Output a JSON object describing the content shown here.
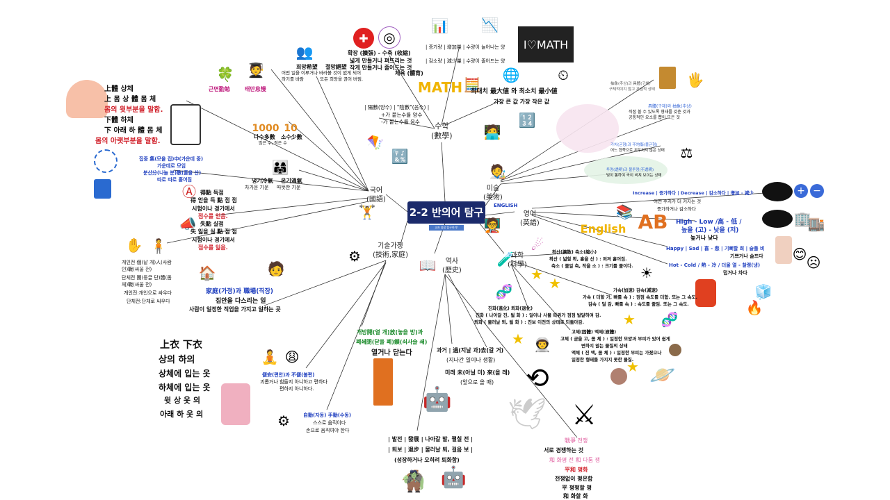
{
  "center": {
    "title": "2-2 반의어 탐구",
    "badge": "교과 융합 탐구하기!"
  },
  "subjects": {
    "korean": "국어\n(國語)",
    "math": "수학\n(數學)",
    "art": "미술\n(美術)",
    "english": "영어\n(英語)",
    "science": "과학\n(科學)",
    "history": "역사\n(歷史)",
    "tech": "기술가정\n(技術,家庭)"
  },
  "korean": {
    "body": [
      "上體 상체",
      "上 몸 상 體 몸 체",
      "몸의 윗부분을 말함.",
      "下體 하체",
      "下 아래 하 體 몸 체",
      "몸의 아랫부분을 말함."
    ],
    "diligent": [
      "근면勤勉",
      "태만怠慢"
    ],
    "hope": [
      "희망希望",
      "절망絕望"
    ],
    "hope_desc": [
      "어떤 일을 이루거나 바라볼 것이 없게 되어",
      "모든 희망을 끊어 버림.",
      "하기를 바람"
    ],
    "many_few": [
      "다수多數",
      "소수少數"
    ],
    "many_few_desc": "많은 수, 적은 수",
    "gather": [
      "집중 集(모을 집)中(가운데 중)",
      "가운데로 모임",
      "분산分(나눌 분)散(흩을 산)",
      "따로 따로 흩어짐"
    ],
    "temp": [
      "냉기冷氣",
      "온기溫氣",
      "차가운 기운",
      "따뜻한 기운"
    ],
    "gain_loss": [
      "得點 득점",
      "得 얻을 득 點 점 점",
      "시험이나 경기에서",
      "점수를 얻음.",
      "失點 실점",
      "失 잃을 실 點 점 점",
      "시험이나 경기에서",
      "점수를 잃음."
    ],
    "individual": [
      "개인전 個(낱 개)人(사람",
      "인)戰(싸울 전)",
      "단체전 團(둥글 단)體(몸",
      "체)戰(싸울 전)",
      "개인전:개인으로 싸우다",
      "단체전:단체로 싸우다"
    ],
    "home": [
      "家庭(가정)과 職場(직장)",
      "집안을 다스리는 일",
      "사람이 일정한 직업을 가지고 일하는 곳"
    ],
    "clothes": [
      "上衣 下衣",
      "상의 하의",
      "상체에 입는 옷",
      "하체에 입는 옷",
      "윗 상 옷 의",
      "아래 하 옷 의"
    ]
  },
  "math": {
    "expand": [
      "확장 (擴張) - 수축 (收縮)",
      "넓게 만들거나 펴뜨리는 것",
      "작게 만들거나 줄어드는 것"
    ],
    "body_ed": "체육 (體育)",
    "increase": [
      "| 증가량 | 增加量 | 수량이 늘어나는 양",
      "| 감소량 | 減少量 | 수량이 줄어드는 양"
    ],
    "maxmin": [
      "최대치 最大値 와 최소치 最小値",
      "가장 큰 값    가장 작은 값"
    ],
    "sign": [
      "| 陽數(양수) | \"陰數\"(음수) |",
      "+가 붙는수를 양수",
      "-가 붙는수를 음수"
    ]
  },
  "art": {
    "concrete": [
      "抽象(추상)과 具體(구체)",
      "구체적이지 않고 관념적 상태"
    ],
    "concrete2": [
      "具體(구체)와 抽象(추상)",
      "직접 볼 수 있도록 형태를 갖춘 것과",
      "공통적인 요소를 뽑아 모은 것"
    ],
    "balance": [
      "가치(균형)과 不均衡(불균형)",
      "어느 한쪽으로 치우치지 않은 상태"
    ],
    "transparent": [
      "투명(透明)과 불투명(不透明)",
      "빛이 통하여 속이 비쳐 보이는 상태"
    ]
  },
  "english": {
    "title": "ENGLISH",
    "inc": "Increase | 증가하다 | Decrease | 감소하다 | 增加 - 減少",
    "inc_desc": [
      "어떤 수치가 더 커지는 것",
      "증가하거나 감소하다"
    ],
    "high": [
      "High - Low /高 - 低 /",
      "높을 (고) - 낮을 (저)",
      "높거나 낮다"
    ],
    "happy": [
      "Happy | Sad | 喜 - 悲 | 기뻐할 희 | 슬플 비",
      "기쁘거나 슬프다"
    ],
    "hot": [
      "Hot - Cold / 熱 - 冷 / 더울 열 - 찰랭(냉)",
      "덥거나 차다"
    ]
  },
  "science": {
    "expand": [
      "확산(擴散) 축소(縮小)",
      "확산 ( 넓힐 확, 흩을 산 ) : 퍼져 흩어짐.",
      "축소 ( 줄일 축, 작을 소 ) : 크기를 줄이다."
    ],
    "speed": [
      "가속(加速) 감속(減速)",
      "가속 ( 더할 가, 빠를 속 ) : 점점 속도를 더함. 또는 그 속도.",
      "감속 ( 덜 감, 빠를 속 ) : 속도를 줄임. 또는 그 속도."
    ],
    "evolve": [
      "진화(進化) 퇴화(退化)",
      "진화 ( 나아갈 진, 될 화 ) : 일이나 사물 따위가 점점 발달하여 감.",
      "퇴화 ( 물러날 퇴, 될 화 ) : 진보 이전의 상태로 되돌아감."
    ],
    "solid": [
      "고체(固體) 액체(液體)",
      "고체 ( 굳을 고, 몸 체 ) : 일정한 모양과 부피가 있어 쉽게",
      "변하지 않는 물질의 상태",
      "액체 ( 진 액, 몸 체 ) : 일정한 부피는 가졌으나",
      "일정한 형태를 가지지 못한 물질."
    ]
  },
  "tech": {
    "open": [
      "개방開(열 개)放(놓을 방)과",
      "폐쇄閉(닫을 폐)鎖(쇠사슬 쇄)",
      "열거나 닫는다"
    ],
    "comfort": [
      "便安(편안)과 不便(불편)",
      "괴롭거나 힘들지 아니하고 편하다",
      "편하지 아니하다."
    ],
    "auto": [
      "自動(자동) 手動(수동)",
      "스스로 움직이다",
      "손으로 움직여야 한다"
    ]
  },
  "history": {
    "past": [
      "과거 | 過(지날 과)去(갈 거)",
      "(지나간 일이나 생활)",
      "미래 未(아닐 미) 來(올 래)",
      "(앞으로 올 때)"
    ],
    "develop": [
      "| 발전 | 發展 | 나아갈 발, 펼칠 전 |",
      "| 퇴보 | 退步 | 물러날 퇴, 걸음 보 |",
      "(성장하거나 오히려 퇴화함)"
    ],
    "war": [
      "戰爭 전쟁",
      "서로 경쟁하는 것",
      "和 화평 전 和 다툼 쟁",
      "平和 평화",
      "전쟁없이 평온함",
      "平 평평할 평",
      "和 화할 화"
    ]
  },
  "colors": {
    "center": "#1b2a6b",
    "blue": "#1f3fbf",
    "red": "#d0202a",
    "green": "#1a8a2a"
  }
}
